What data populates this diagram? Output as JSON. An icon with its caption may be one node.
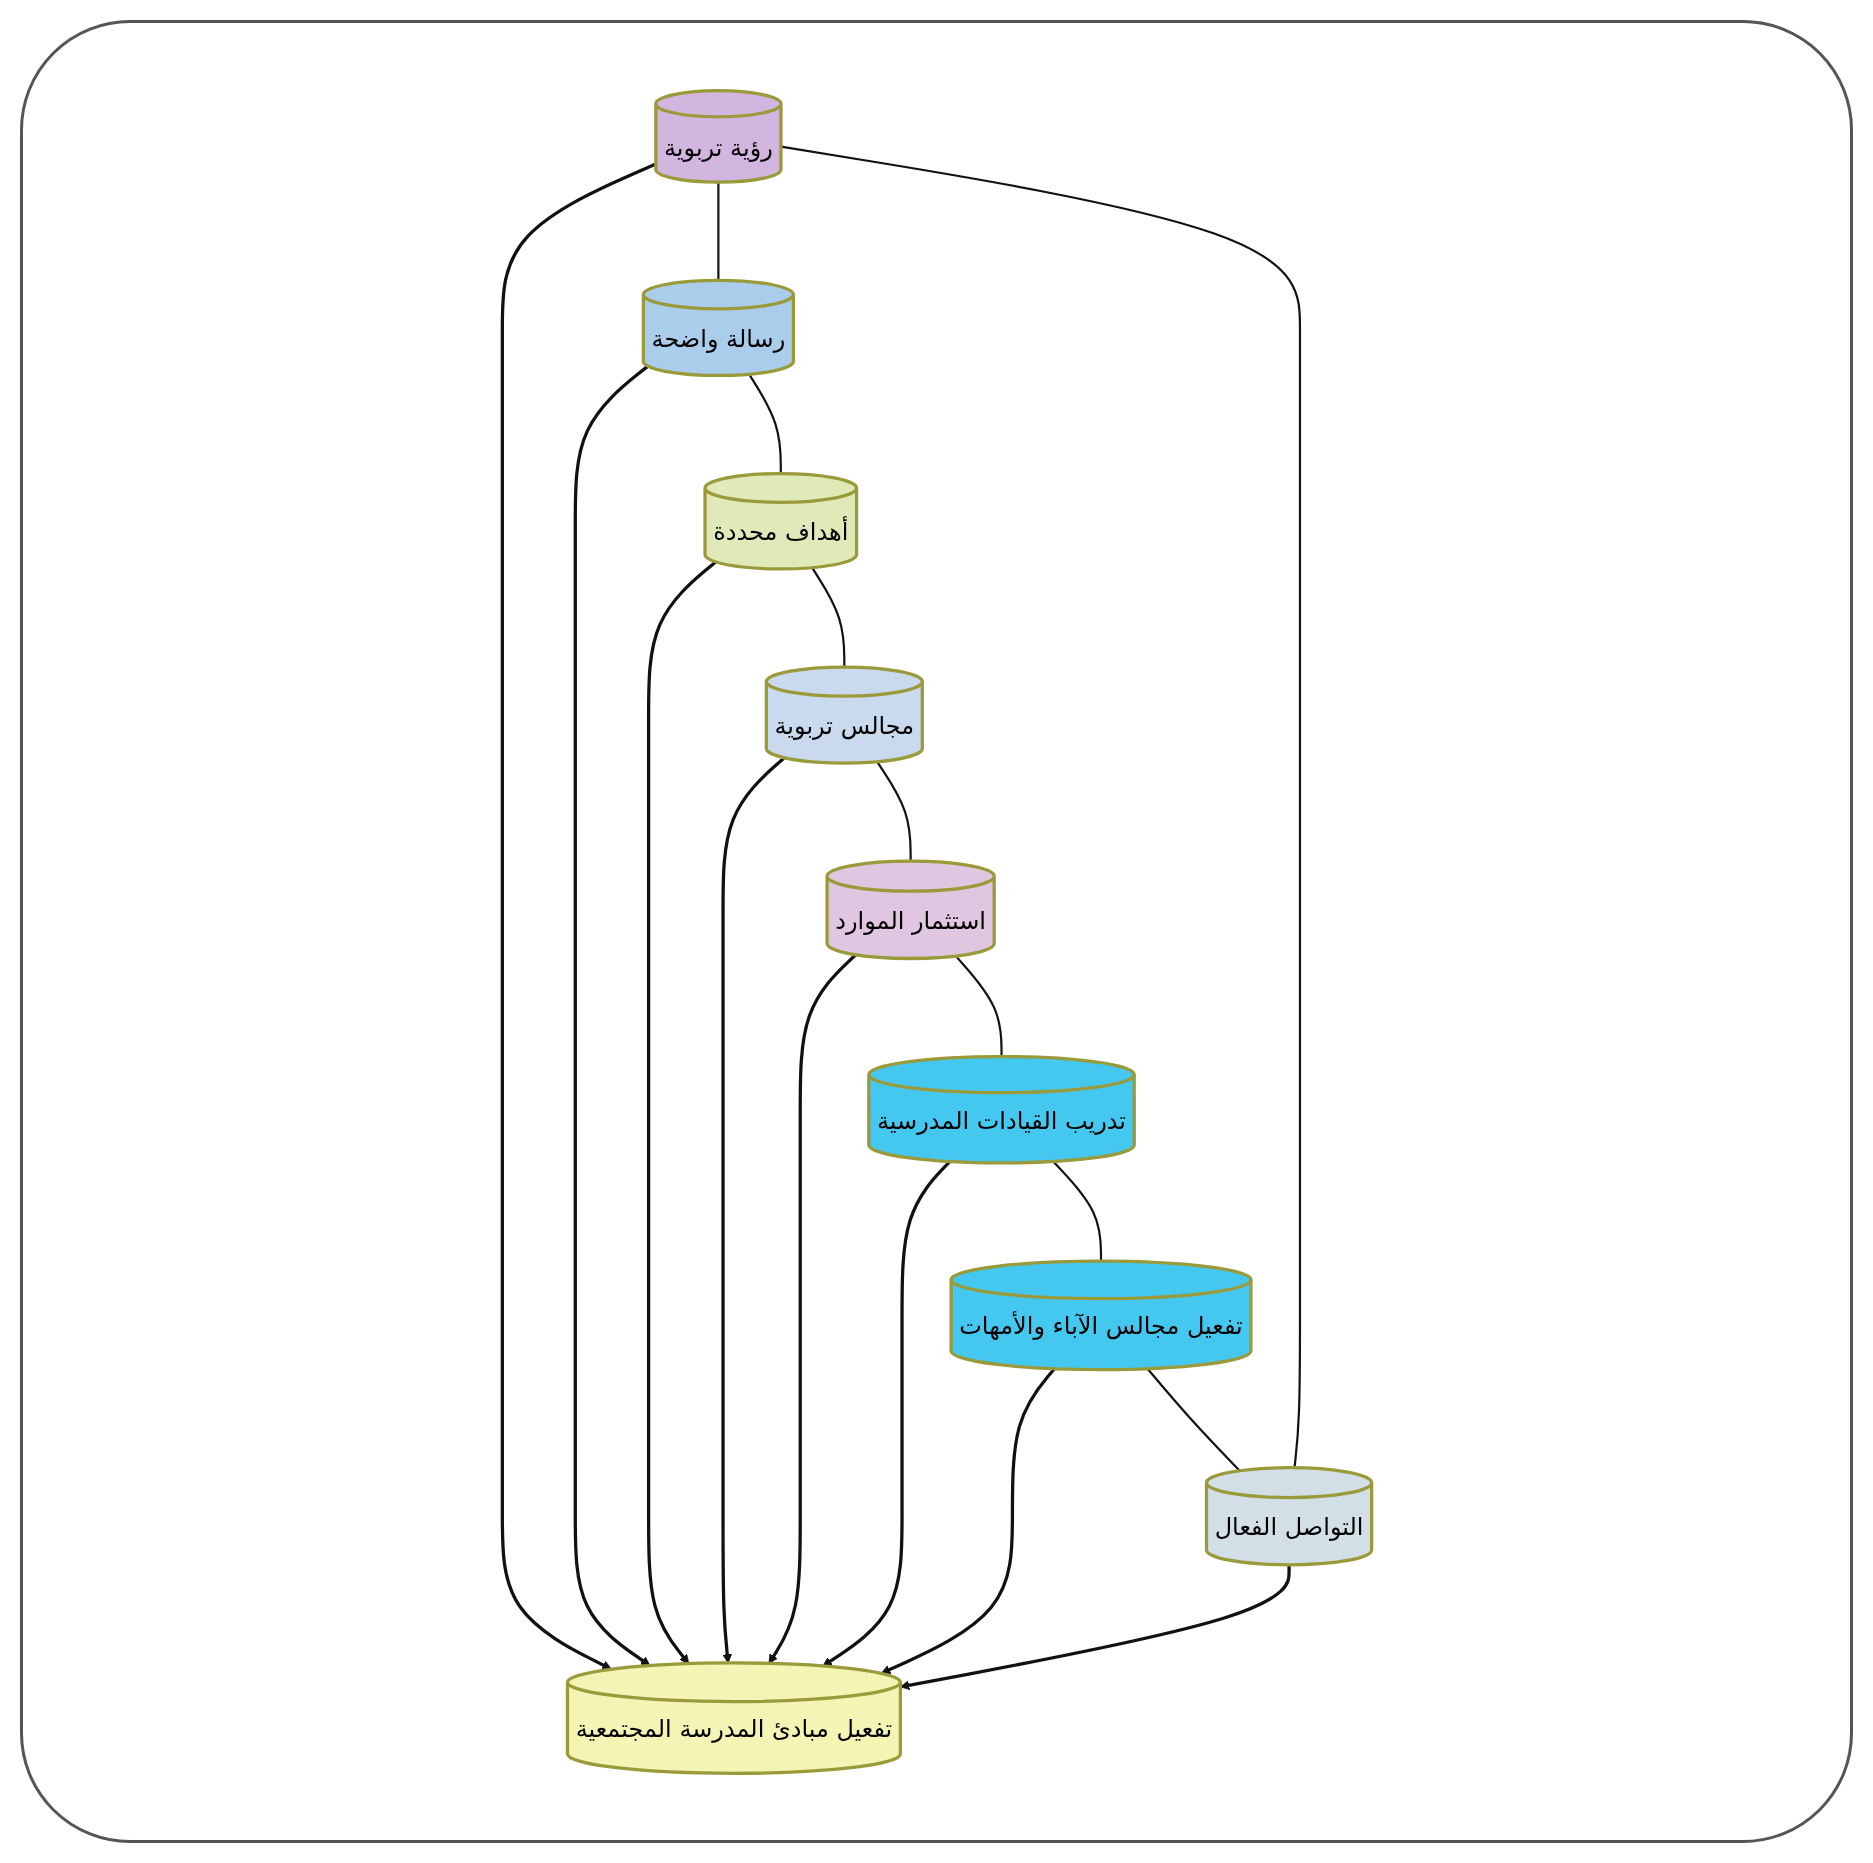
{
  "diagram": {
    "nodes": [
      {
        "text": [
          "رؤية تربوية"
        ]
      },
      {
        "text": [
          "التواصل الفعال"
        ]
      },
      {
        "text": [
          "رسالة واضحة"
        ]
      },
      {
        "text": [
          "تفعيل مبادئ المدرسة المجتمعية"
        ]
      },
      {
        "text": [
          "تفعيل مجالس الآباء والأمهات"
        ]
      },
      {
        "text": [
          "أهداف محددة"
        ]
      },
      {
        "text": [
          "مجالس تربوية"
        ]
      },
      {
        "text": [
          "تدريب القيادات المدرسية"
        ]
      },
      {
        "text": [
          "استثمار الموارد"
        ]
      }
    ],
    "edges": [
      {
        "from": 0,
        "to": 3,
        "arrow": "to"
      },
      {
        "from": 1,
        "to": 3,
        "arrow": "to"
      },
      {
        "from": 2,
        "to": 3,
        "arrow": "to"
      },
      {
        "from": 4,
        "to": 3,
        "arrow": "to"
      },
      {
        "from": 5,
        "to": 3,
        "arrow": "to"
      },
      {
        "from": 7,
        "to": 3,
        "arrow": "to"
      },
      {
        "from": 8,
        "to": 3,
        "arrow": "to"
      },
      {
        "from": 6,
        "to": 3,
        "arrow": "to"
      },
      {
        "from": 0,
        "to": 2,
        "arrow": "none"
      },
      {
        "from": 2,
        "to": 5,
        "arrow": "none"
      },
      {
        "from": 5,
        "to": 6,
        "arrow": "none"
      },
      {
        "from": 6,
        "to": 8,
        "arrow": "none"
      },
      {
        "from": 8,
        "to": 7,
        "arrow": "none"
      },
      {
        "from": 7,
        "to": 4,
        "arrow": "none"
      },
      {
        "from": 4,
        "to": 1,
        "arrow": "none"
      },
      {
        "from": 1,
        "to": 0,
        "arrow": "none"
      }
    ]
  }
}
